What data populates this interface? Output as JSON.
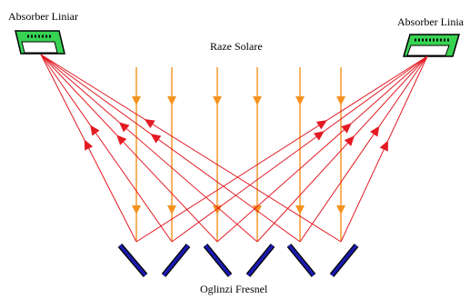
{
  "labels": {
    "absorber_left": "Absorber Liniar",
    "absorber_right": "Absorber Linia",
    "solar_rays": "Raze Solare",
    "mirrors": "Oglinzi Fresnel"
  },
  "colors": {
    "solar_ray": "#f5921e",
    "reflected_ray": "#e31b23",
    "mirror": "#1b1bb0",
    "absorber_fill": "#39d353",
    "absorber_outline": "#000000"
  },
  "counts": {
    "solar_rays": 6,
    "mirrors": 6,
    "reflected_rays": 12
  }
}
